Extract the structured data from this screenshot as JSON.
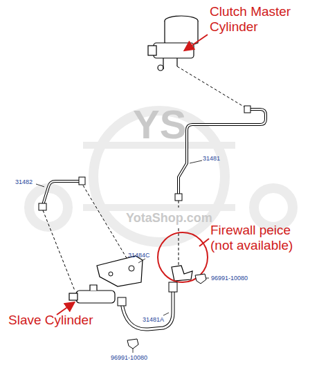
{
  "diagram": {
    "labels": [
      "Clutch Master Cylinder",
      "31481",
      "31482",
      "Firewall peice (not available)",
      "31484C",
      "96991-10080",
      "31481A",
      "Slave Cylinder",
      "96991-10080",
      "YS",
      "YotaShop.com"
    ]
  }
}
